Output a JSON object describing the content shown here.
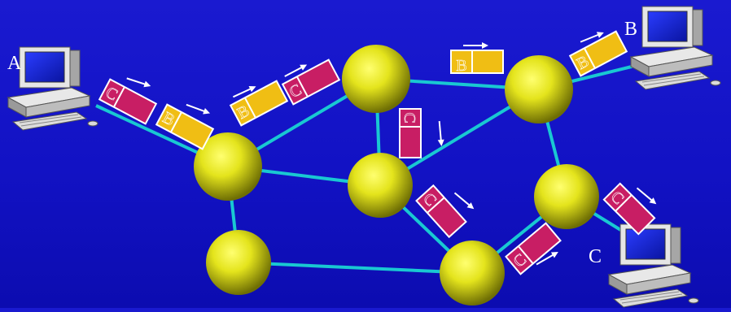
{
  "hosts": {
    "a": {
      "label": "A"
    },
    "b": {
      "label": "B"
    },
    "c": {
      "label": "C"
    }
  },
  "packets": {
    "c_label": "C",
    "b_label": "B"
  },
  "colors": {
    "background": "#1414c8",
    "link": "#19c8d2",
    "router": "#e6e61e",
    "packet_c": "#c81e64",
    "packet_b": "#f0be14",
    "arrow": "#ffffff"
  },
  "icons": {
    "host": "computer-icon",
    "router": "router-node-icon",
    "arrow": "arrow-icon"
  }
}
